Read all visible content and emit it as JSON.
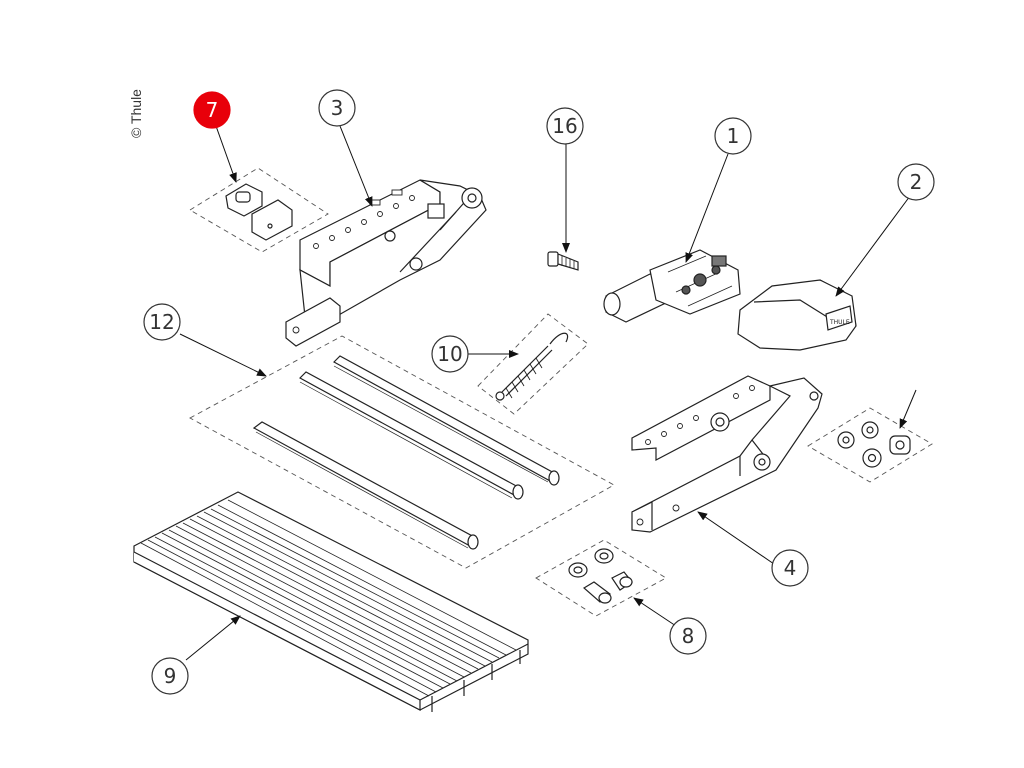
{
  "copyright": "© Thule",
  "highlight_color": "#e8000a",
  "line_color": "#444444",
  "callouts": [
    {
      "id": "7",
      "label": "7",
      "highlighted": true
    },
    {
      "id": "3",
      "label": "3",
      "highlighted": false
    },
    {
      "id": "16",
      "label": "16",
      "highlighted": false
    },
    {
      "id": "1",
      "label": "1",
      "highlighted": false
    },
    {
      "id": "2",
      "label": "2",
      "highlighted": false
    },
    {
      "id": "12",
      "label": "12",
      "highlighted": false
    },
    {
      "id": "10",
      "label": "10",
      "highlighted": false
    },
    {
      "id": "4",
      "label": "4",
      "highlighted": false
    },
    {
      "id": "8",
      "label": "8",
      "highlighted": false
    },
    {
      "id": "9",
      "label": "9",
      "highlighted": false
    }
  ],
  "parts": {
    "motor_label": "THULE"
  }
}
